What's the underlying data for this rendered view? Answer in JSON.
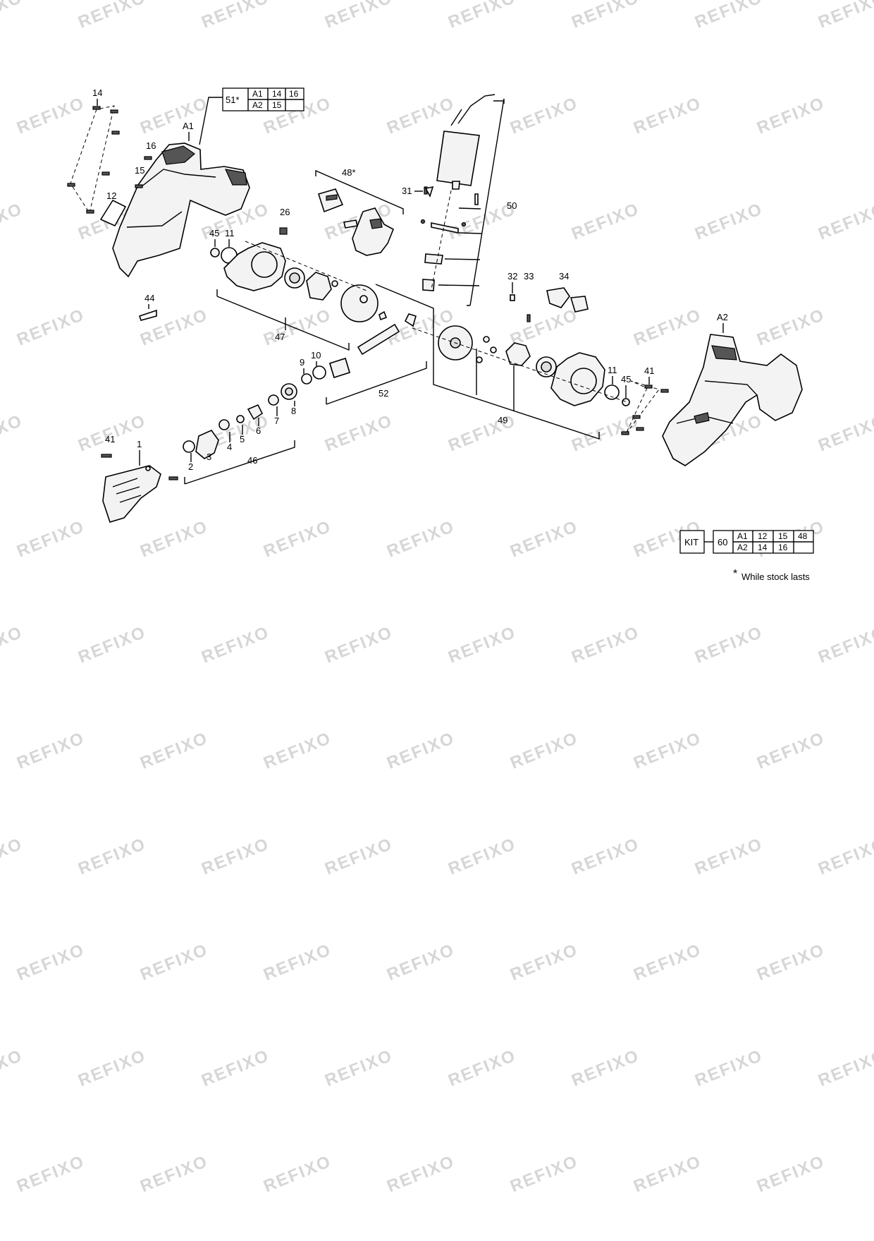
{
  "watermark": "REFIXO",
  "labels": {
    "p14a": "14",
    "p16": "16",
    "p15": "15",
    "p12": "12",
    "a1": "A1",
    "p44": "44",
    "p45a": "45",
    "p11a": "11",
    "p26": "26",
    "p47": "47",
    "p48": "48*",
    "p31": "31",
    "p50": "50",
    "p32": "32",
    "p33": "33",
    "p34": "34",
    "a2": "A2",
    "p11b": "11",
    "p45b": "45",
    "p41a": "41",
    "p49": "49",
    "p52": "52",
    "p9": "9",
    "p10": "10",
    "p8": "8",
    "p7": "7",
    "p6": "6",
    "p5": "5",
    "p4": "4",
    "p3": "3",
    "p2": "2",
    "p46": "46",
    "p41b": "41",
    "p1": "1"
  },
  "table51": {
    "id": "51*",
    "rows": [
      [
        "A1",
        "14",
        "16"
      ],
      [
        "A2",
        "15",
        ""
      ]
    ]
  },
  "kit_table": {
    "kit_label": "KIT",
    "id": "60",
    "rows": [
      [
        "A1",
        "12",
        "15",
        "48"
      ],
      [
        "A2",
        "14",
        "16",
        ""
      ]
    ]
  },
  "footnote": {
    "star": "*",
    "text": "While stock lasts"
  }
}
